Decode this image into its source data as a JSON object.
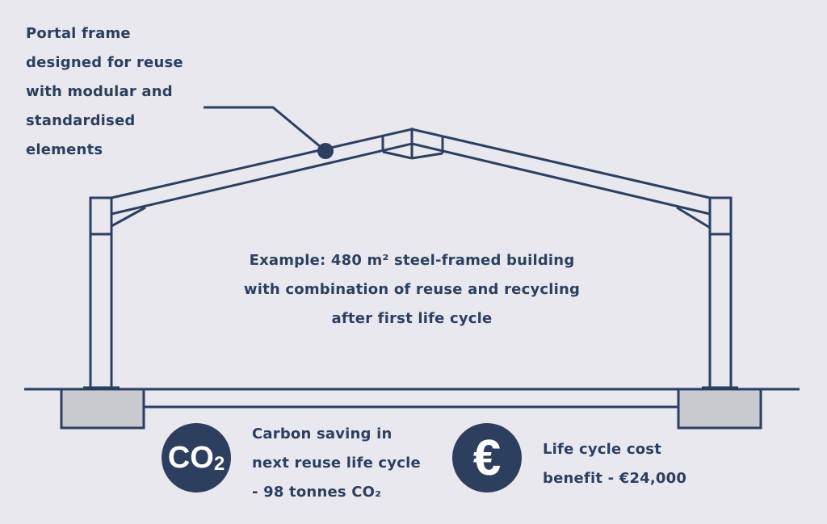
{
  "callout": {
    "lines": [
      "Portal frame",
      "designed for reuse",
      "with modular and",
      "standardised",
      "elements"
    ]
  },
  "center": {
    "lines": [
      "Example: 480 m² steel-framed building",
      "with combination of reuse and recycling",
      "after first life cycle"
    ]
  },
  "co2": {
    "badge_main": "CO",
    "badge_sub": "2",
    "lines": [
      "Carbon saving in",
      "next reuse life cycle",
      "-  98 tonnes CO₂"
    ]
  },
  "cost": {
    "badge_symbol": "€",
    "lines": [
      "Life cycle cost",
      "benefit - €24,000"
    ]
  },
  "colors": {
    "background": "#e8e8ee",
    "frame": "#2d3f5f",
    "foundation": "#c9c9d0"
  }
}
